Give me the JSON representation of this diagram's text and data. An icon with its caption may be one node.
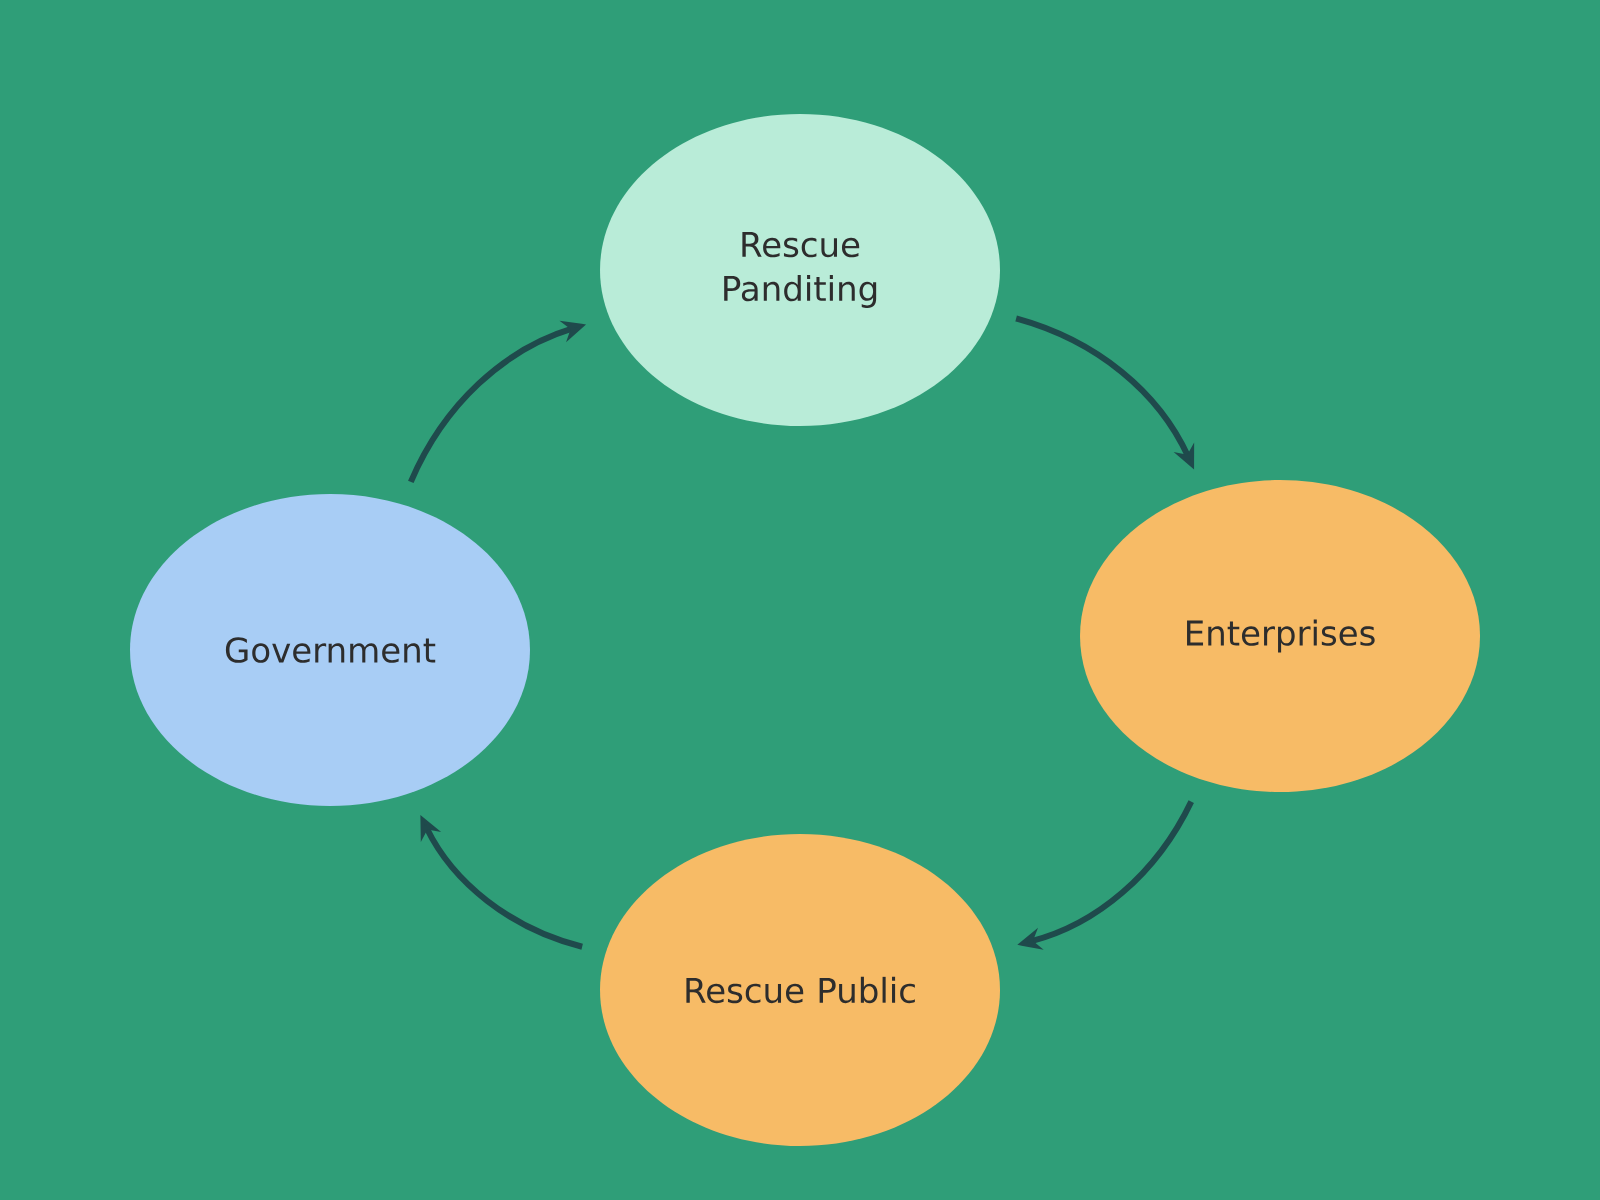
{
  "diagram": {
    "nodes": [
      {
        "text": [
          "Rescue Panditing"
        ]
      },
      {
        "text": [
          "Enterprises"
        ]
      },
      {
        "text": [
          "Rescue Public"
        ]
      },
      {
        "text": [
          "Government"
        ]
      }
    ],
    "edges": [
      {
        "from": 3,
        "to": 0,
        "arrow": "to"
      },
      {
        "from": 0,
        "to": 1,
        "arrow": "to"
      },
      {
        "from": 1,
        "to": 2,
        "arrow": "to"
      },
      {
        "from": 2,
        "to": 3,
        "arrow": "to"
      }
    ]
  }
}
